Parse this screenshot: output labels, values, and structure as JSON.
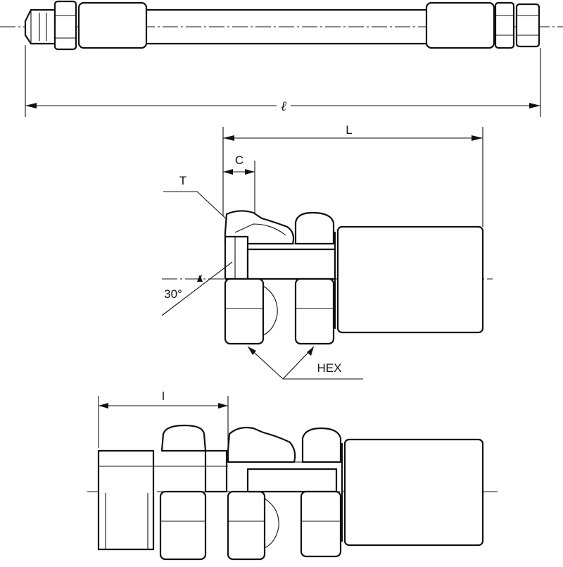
{
  "figure": {
    "overall_length_label": "ℓ",
    "body_length_label": "L",
    "cap_length_label": "C",
    "thread_label": "T",
    "flare_angle_label": "30°",
    "hex_label": "HEX",
    "thread_length_label": "l"
  }
}
